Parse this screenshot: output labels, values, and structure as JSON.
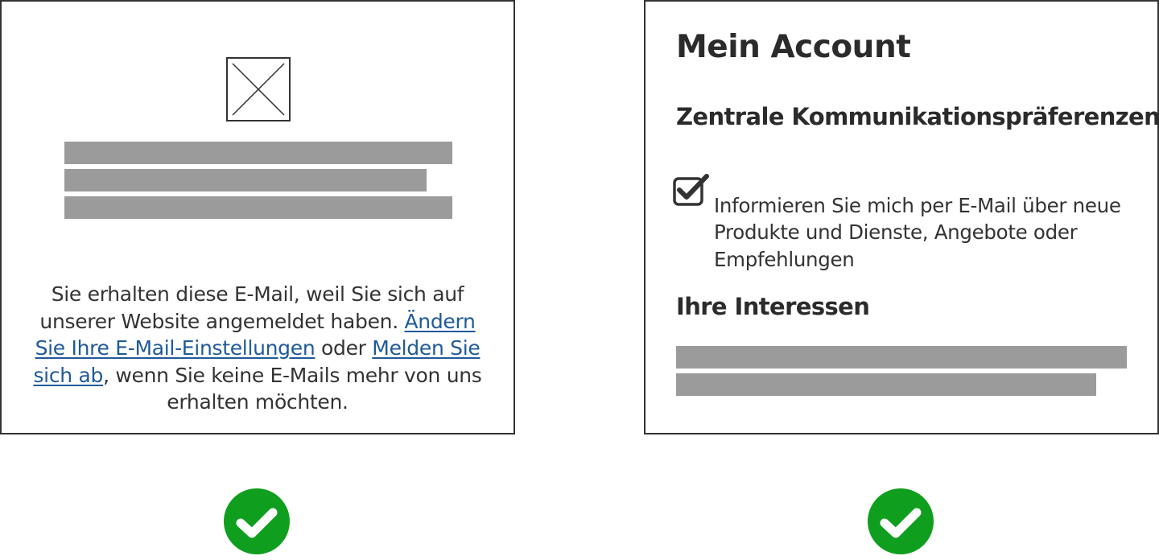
{
  "email_panel": {
    "intro_text": "Sie erhalten diese E-Mail, weil Sie sich auf unserer Website angemeldet haben. ",
    "change_settings_link": "Ändern Sie Ihre E-Mail-Einstellungen",
    "connector_text": " oder ",
    "unsubscribe_link": "Melden Sie sich ab",
    "outro_text": ", wenn Sie keine E-Mails mehr von uns erhalten möchten.",
    "image_icon": "image-placeholder-icon"
  },
  "account_panel": {
    "title": "Mein Account",
    "communication_heading": "Zentrale Kommunikationspräferenzen",
    "newsletter_checkbox": {
      "checked": true,
      "label": "Informieren Sie mich per E-Mail über neue Produkte und Dienste, Angebote oder Empfehlungen"
    },
    "interests_heading": "Ihre Interessen"
  },
  "badges": {
    "icon": "check-circle-icon",
    "color": "#109e1e"
  },
  "colors": {
    "border": "#333333",
    "placeholder_bar": "#9b9b9b",
    "link": "#1f5a9a"
  }
}
